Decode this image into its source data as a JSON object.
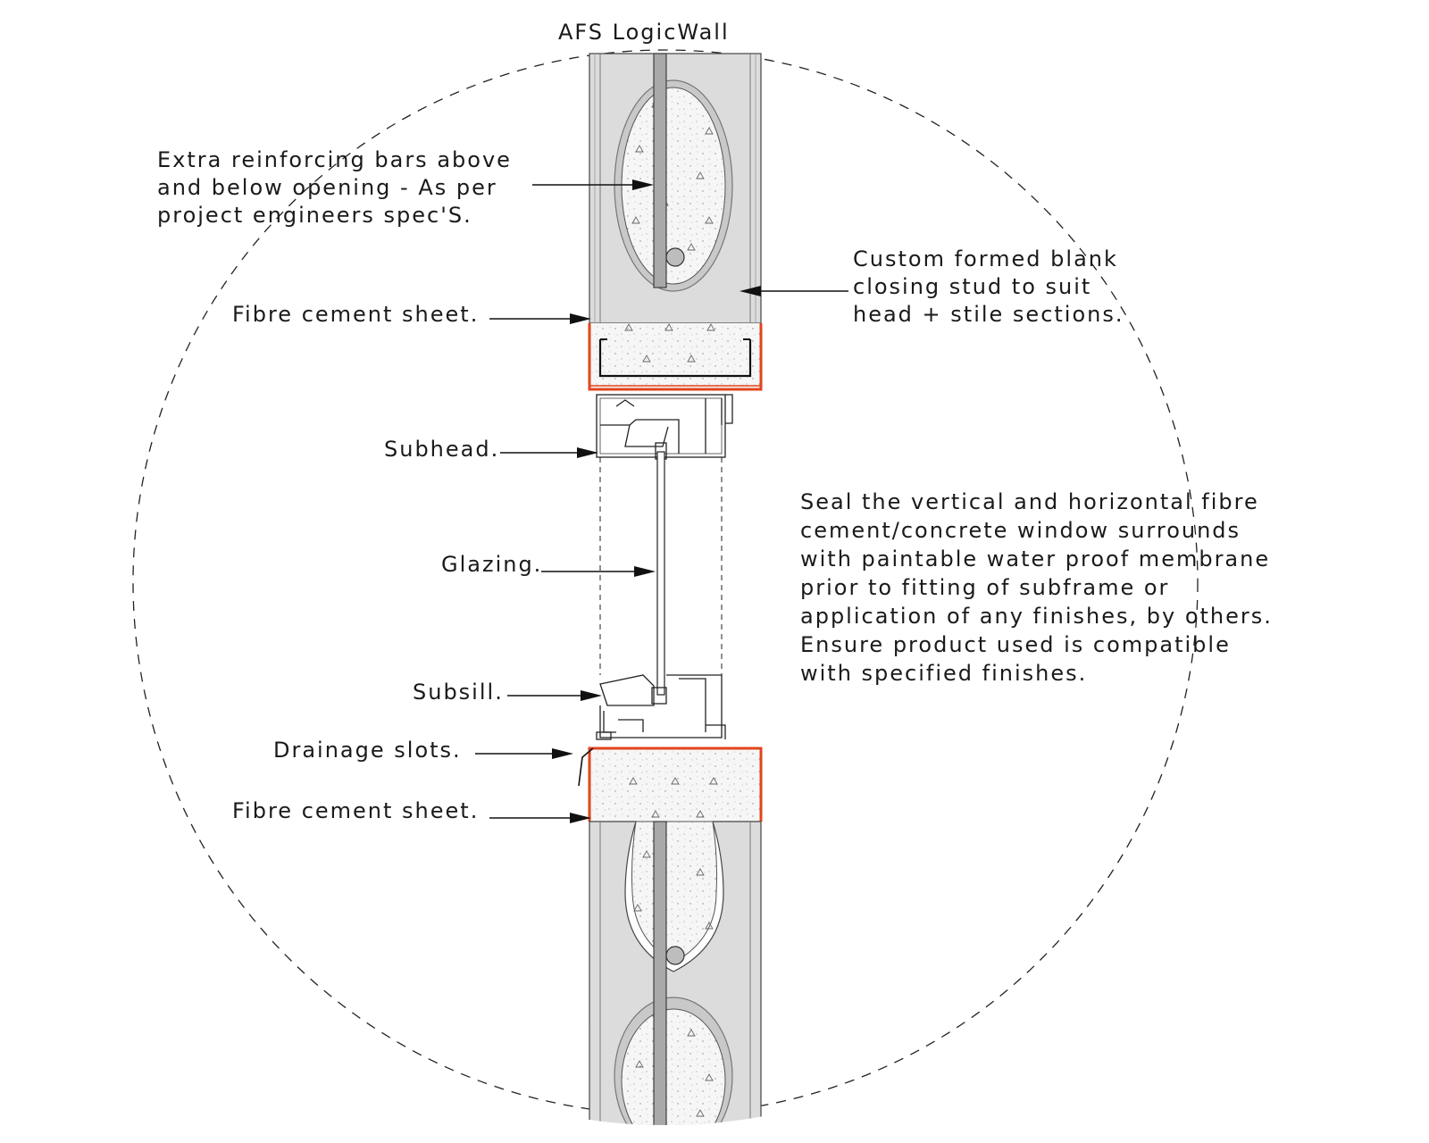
{
  "title": "AFS LogicWall",
  "labels": {
    "reinforcing": [
      "Extra reinforcing bars above",
      "and below opening - As per",
      "project engineers spec'S."
    ],
    "closing_stud": [
      "Custom formed blank",
      "closing stud to suit",
      "head + stile sections."
    ],
    "fibre_cement_top": "Fibre cement sheet.",
    "subhead": "Subhead.",
    "glazing": "Glazing.",
    "subsill": "Subsill.",
    "drainage": "Drainage slots.",
    "fibre_cement_bottom": "Fibre cement sheet.",
    "seal_note": [
      "Seal the vertical and horizontal fibre",
      "cement/concrete window surrounds",
      "with paintable water proof membrane",
      "prior to fitting of subframe or",
      "application of any finishes, by others.",
      "Ensure product used is compatible",
      "with specified finishes."
    ]
  },
  "colors": {
    "panel_fill": "#dcdcdc",
    "concrete_fill": "#f4f4f4",
    "fibre_cement_edge": "#e2451c",
    "line": "#111111"
  }
}
